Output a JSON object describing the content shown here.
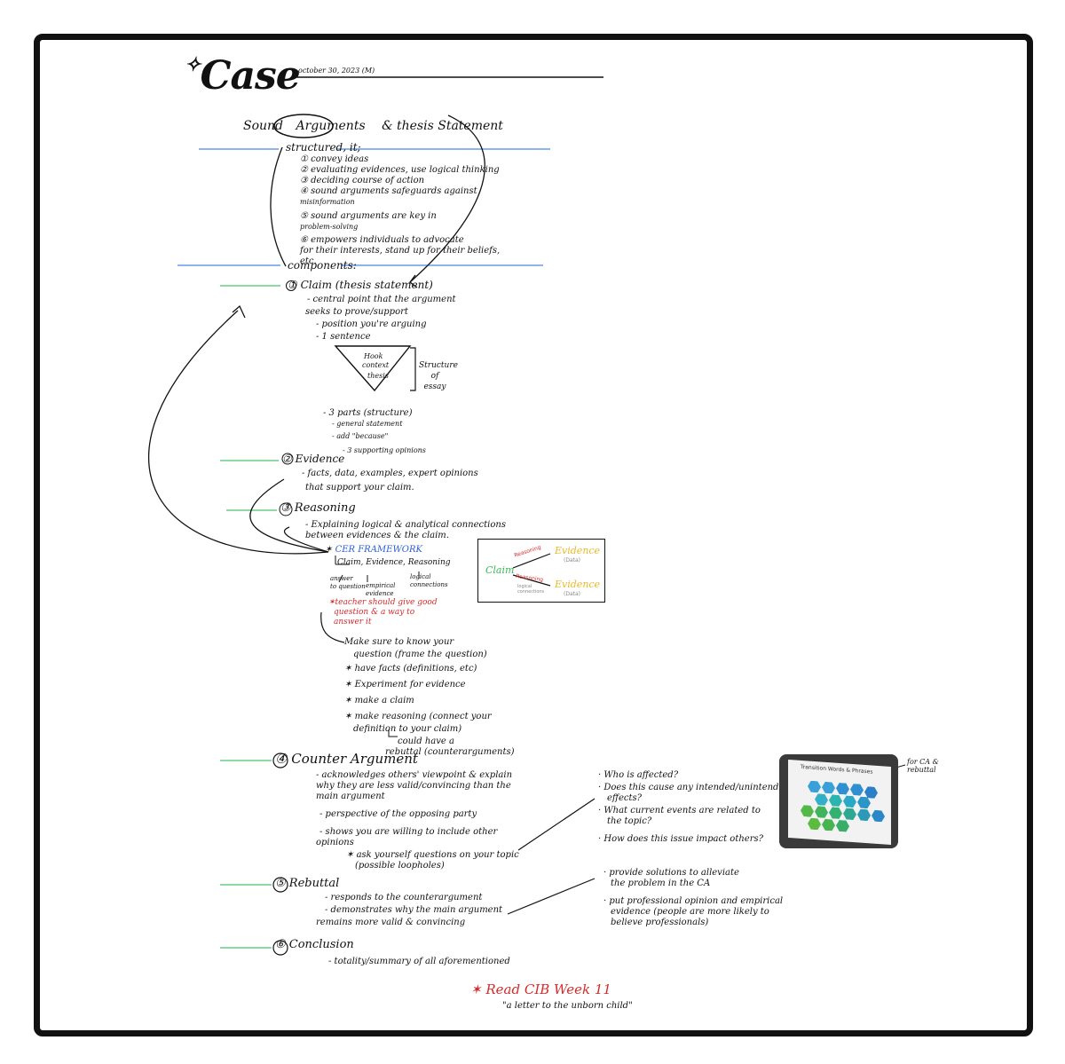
{
  "header": {
    "title": "Case",
    "date": "october 30, 2023 (M)",
    "subtitle_part1": "Sound",
    "subtitle_circled": "Arguments",
    "subtitle_part2": "& thesis Statement"
  },
  "structured": {
    "heading": "structured, it;",
    "items": [
      "① convey ideas",
      "② evaluating evidences, use logical thinking",
      "③ deciding course of action",
      "④ sound arguments safeguards against",
      "misinformation",
      "⑤ sound arguments are key in",
      "problem-solving",
      "⑥ empowers individuals to advocate",
      "for their interests, stand up for their beliefs,",
      "etc."
    ]
  },
  "components_heading": "components:",
  "claim": {
    "heading": "① Claim (thesis statement)",
    "lines": [
      "- central point that the argument",
      "seeks to prove/support",
      "- position you're arguing",
      "- 1 sentence"
    ],
    "triangle": [
      "Hook",
      "context",
      "thesis"
    ],
    "structure_label": [
      "Structure",
      "of",
      "essay"
    ],
    "parts": [
      "- 3 parts (structure)",
      "- general statement",
      "- add \"because\"",
      "- 3 supporting opinions"
    ]
  },
  "evidence": {
    "heading": "② Evidence",
    "lines": [
      "- facts, data, examples, expert opinions",
      "that support your claim."
    ]
  },
  "reasoning": {
    "heading": "③ Reasoning",
    "lines": [
      "- Explaining logical & analytical connections",
      "between evidences & the claim."
    ],
    "cer_title": "CER FRAMEWORK",
    "cer_sub": "Claim, Evidence, Reasoning",
    "cer_answer": [
      "answer",
      "to question"
    ],
    "cer_empirical": [
      "empirical",
      "evidence"
    ],
    "cer_logical": [
      "logical",
      "connections"
    ],
    "teacher_note": [
      "teacher should give good",
      "question & a way to",
      "answer it"
    ],
    "steps": [
      "Make sure to know your",
      "question (frame the question)",
      "have facts (definitions, etc)",
      "Experiment for evidence",
      "make a claim",
      "make reasoning (connect your",
      "definition to your claim)",
      "could have a",
      "rebuttal (counterarguments)"
    ]
  },
  "cer_diagram": {
    "claim": "Claim",
    "evidence1": "Evidence",
    "evidence1_sub": "(Data)",
    "evidence2": "Evidence",
    "evidence2_sub": "(Data)",
    "reasoning_top": "Reasoning",
    "reasoning_bottom": "Reasoning",
    "logical": [
      "logical",
      "connections"
    ]
  },
  "counter": {
    "heading": "④ Counter Argument",
    "lines": [
      "- acknowledges others' viewpoint & explain",
      "why they are less valid/convincing than the",
      "main argument",
      "- perspective of the opposing party",
      "- shows you are willing to include other",
      "opinions",
      "ask yourself questions on your topic",
      "(possible loopholes)"
    ],
    "questions": [
      "· Who is affected?",
      "· Does this cause any intended/unintended",
      "effects?",
      "· What current events are related to",
      "the topic?",
      "· How does this issue impact others?"
    ]
  },
  "photo": {
    "title": "Transition Words & Phrases",
    "note": [
      "for CA &",
      "rebuttal"
    ]
  },
  "rebuttal": {
    "heading": "⑤ Rebuttal",
    "lines": [
      "- responds to the counterargument",
      "- demonstrates why the main argument",
      "remains more valid & convincing"
    ],
    "notes": [
      "· provide solutions to alleviate",
      "the problem in the CA",
      "· put professional opinion and empirical",
      "evidence (people are more likely to",
      "believe professionals)"
    ]
  },
  "conclusion": {
    "heading": "⑥ Conclusion",
    "lines": [
      "- totality/summary of all aforementioned"
    ]
  },
  "footer": {
    "read": "Read CIB Week 11",
    "book": "\"a letter to the unborn child\""
  },
  "colors": {
    "blue_line": "#4a86e8",
    "green_line": "#4cc46a",
    "red": "#d62b2b",
    "frame": "#111111"
  }
}
